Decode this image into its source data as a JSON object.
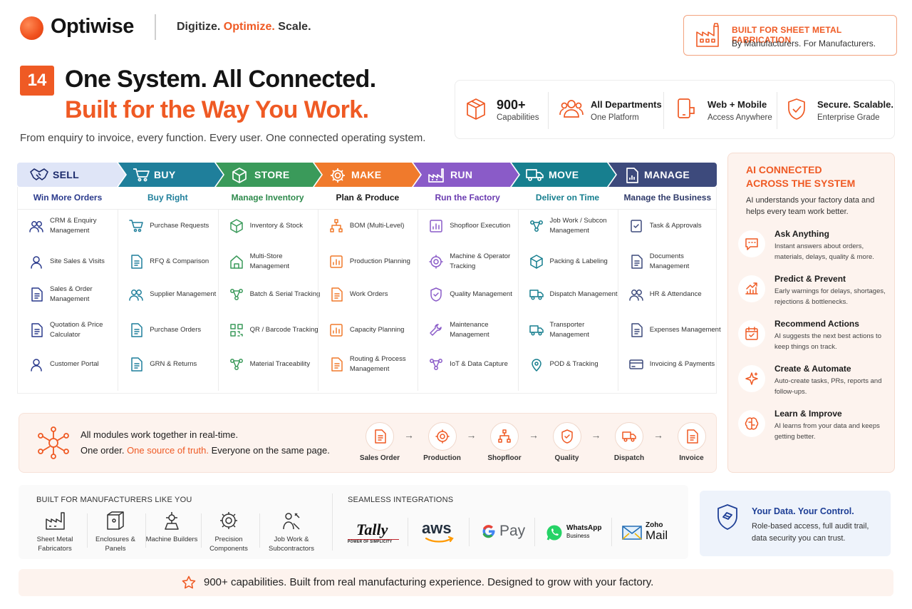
{
  "brand": {
    "name": "Optiwise",
    "tagline_1": "Digitize.",
    "tagline_2": "Optimize.",
    "tagline_3": "Scale.",
    "accent": "#ef5a24"
  },
  "badge": {
    "line1": "BUILT FOR SHEET METAL FABRICATION",
    "line2": "By Manufacturers. For Manufacturers."
  },
  "hero": {
    "number": "14",
    "title_1": "One System. All Connected.",
    "title_2": "Built for the Way You Work.",
    "subtitle": "From enquiry to invoice, every function. Every user. One connected operating system."
  },
  "stats": [
    {
      "title": "900+",
      "sub": "Capabilities",
      "icon": "box-icon"
    },
    {
      "title": "All Departments",
      "sub": "One Platform",
      "icon": "users-icon"
    },
    {
      "title": "Web + Mobile",
      "sub": "Access Anywhere",
      "icon": "mobile-icon"
    },
    {
      "title": "Secure. Scalable.",
      "sub": "Enterprise Grade",
      "icon": "shield-check-icon"
    }
  ],
  "modules": [
    {
      "label": "SELL",
      "sub": "Win More Orders",
      "color": "#dfe5f7",
      "subcolor": "#2a3a8c",
      "items": [
        "CRM & Enquiry Management",
        "Site Sales & Visits",
        "Sales & Order Management",
        "Quotation & Price Calculator",
        "Customer Portal"
      ]
    },
    {
      "label": "BUY",
      "sub": "Buy Right",
      "color": "#1f7f9b",
      "subcolor": "#1f7f9b",
      "items": [
        "Purchase Requests",
        "RFQ & Comparison",
        "Supplier Management",
        "Purchase Orders",
        "GRN & Returns"
      ]
    },
    {
      "label": "STORE",
      "sub": "Manage Inventory",
      "color": "#3a9a5a",
      "subcolor": "#2e8a4c",
      "items": [
        "Inventory & Stock",
        "Multi-Store Management",
        "Batch & Serial Tracking",
        "QR / Barcode Tracking",
        "Material Traceability"
      ]
    },
    {
      "label": "MAKE",
      "sub": "Plan & Produce",
      "color": "#f07a2c",
      "subcolor": "#1b1b1b",
      "items": [
        "BOM (Multi-Level)",
        "Production Planning",
        "Work Orders",
        "Capacity Planning",
        "Routing & Process Management"
      ]
    },
    {
      "label": "RUN",
      "sub": "Run the Factory",
      "color": "#8a5bc8",
      "subcolor": "#6a3bb0",
      "items": [
        "Shopfloor Execution",
        "Machine & Operator Tracking",
        "Quality Management",
        "Maintenance Management",
        "IoT & Data Capture"
      ]
    },
    {
      "label": "MOVE",
      "sub": "Deliver on Time",
      "color": "#177f8f",
      "subcolor": "#177f8f",
      "items": [
        "Job Work / Subcon Management",
        "Packing & Labeling",
        "Dispatch Management",
        "Transporter Management",
        "POD & Tracking"
      ]
    },
    {
      "label": "MANAGE",
      "sub": "Manage the Business",
      "color": "#3d4a7c",
      "subcolor": "#2f3a6a",
      "items": [
        "Task & Approvals",
        "Documents Management",
        "HR & Attendance",
        "Expenses Management",
        "Invoicing & Payments"
      ]
    }
  ],
  "flow": {
    "line1": "All modules work together in real-time.",
    "line2_a": "One order.",
    "line2_b": "One source of truth.",
    "line2_c": "Everyone on the same page.",
    "arrow": "→",
    "steps": [
      "Sales Order",
      "Production",
      "Shopfloor",
      "Quality",
      "Dispatch",
      "Invoice"
    ]
  },
  "ai": {
    "title_1": "AI CONNECTED",
    "title_2": "ACROSS THE SYSTEM",
    "subtitle": "AI understands your factory data and helps every team work better.",
    "items": [
      {
        "title": "Ask Anything",
        "desc": "Instant answers about orders, materials, delays, quality & more.",
        "icon": "chat-icon"
      },
      {
        "title": "Predict & Prevent",
        "desc": "Early warnings for delays, shortages, rejections & bottlenecks.",
        "icon": "trend-up-icon"
      },
      {
        "title": "Recommend Actions",
        "desc": "AI suggests the next best actions to keep things on track.",
        "icon": "calendar-check-icon"
      },
      {
        "title": "Create & Automate",
        "desc": "Auto-create tasks, PRs, reports and follow-ups.",
        "icon": "sparkle-icon"
      },
      {
        "title": "Learn & Improve",
        "desc": "AI learns from your data and keeps getting better.",
        "icon": "brain-icon"
      }
    ]
  },
  "industries": {
    "heading": "BUILT FOR MANUFACTURERS LIKE YOU",
    "items": [
      "Sheet Metal Fabricators",
      "Enclosures & Panels",
      "Machine Builders",
      "Precision Components",
      "Job Work & Subcontractors"
    ]
  },
  "integrations": {
    "heading": "SEAMLESS INTEGRATIONS",
    "tally": "Tally",
    "tally_sub": "POWER OF SIMPLICITY",
    "aws": "aws",
    "gpay": "Pay",
    "whatsapp_1": "WhatsApp",
    "whatsapp_2": "Business",
    "zoho_1": "Zoho",
    "zoho_2": "Mail"
  },
  "security": {
    "title": "Your Data. Your Control.",
    "desc": "Role-based access, full audit trail, data security you can trust."
  },
  "footer": {
    "text": "900+ capabilities. Built from real manufacturing experience. Designed to grow with your factory."
  }
}
